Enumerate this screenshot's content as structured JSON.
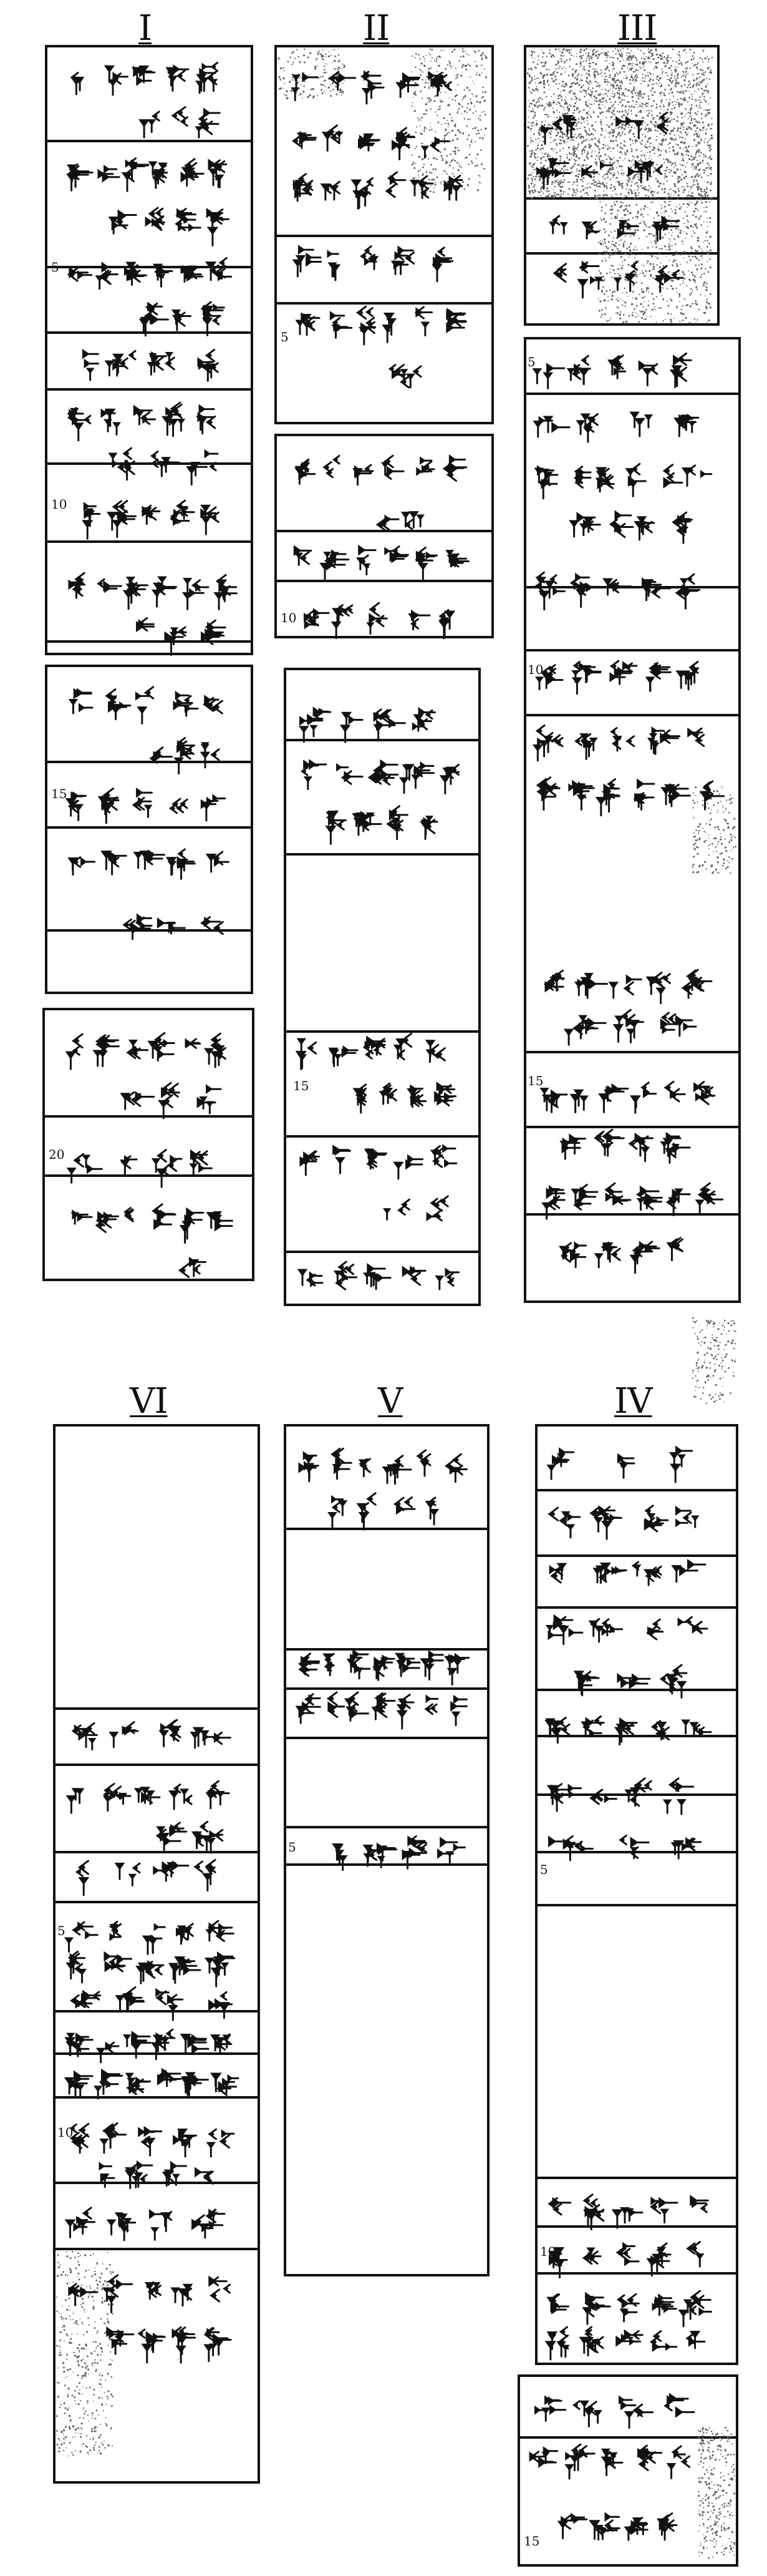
{
  "document": {
    "upper_row": {
      "columns": [
        {
          "label": "I",
          "line_numbers": [
            "5",
            "10",
            "15",
            "20"
          ]
        },
        {
          "label": "II",
          "line_numbers": [
            "5",
            "10",
            "15"
          ]
        },
        {
          "label": "III",
          "line_numbers": [
            "5",
            "10",
            "15"
          ]
        }
      ]
    },
    "lower_row": {
      "columns": [
        {
          "label": "VI",
          "line_numbers": [
            "5",
            "10"
          ]
        },
        {
          "label": "V",
          "line_numbers": [
            "5"
          ]
        },
        {
          "label": "IV",
          "line_numbers": [
            "5",
            "10",
            "15"
          ]
        }
      ]
    }
  },
  "colors": {
    "ink": "#111111",
    "paper": "#ffffff",
    "damage": "#666666"
  }
}
